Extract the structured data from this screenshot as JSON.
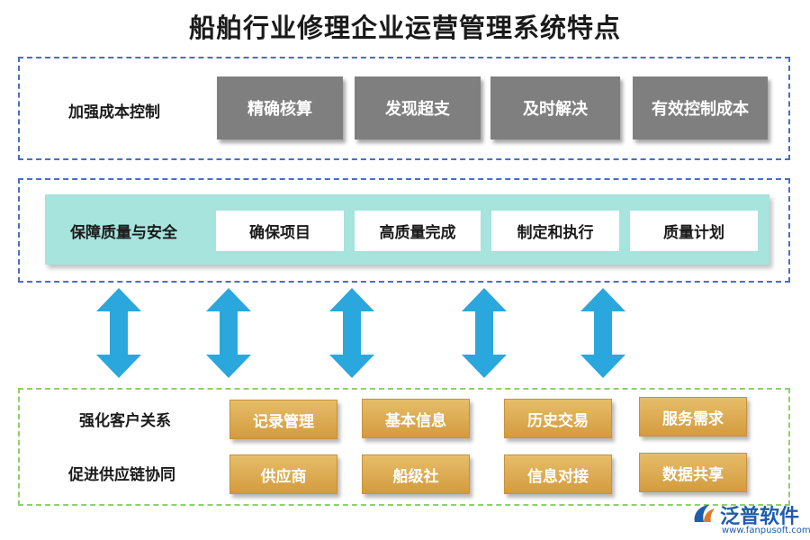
{
  "title": "船舶行业修理企业运营管理系统特点",
  "cost_control": {
    "label": "加强成本控制",
    "items": [
      "精确核算",
      "发现超支",
      "及时解决",
      "有效控制成本"
    ]
  },
  "quality_safety": {
    "label": "保障质量与安全",
    "items": [
      "确保项目",
      "高质量完成",
      "制定和执行",
      "质量计划"
    ]
  },
  "customer": {
    "label": "强化客户关系",
    "items": [
      "记录管理",
      "基本信息",
      "历史交易",
      "服务需求"
    ]
  },
  "supply_chain": {
    "label": "促进供应链协同",
    "items": [
      "供应商",
      "船级社",
      "信息对接",
      "数据共享"
    ]
  },
  "colors": {
    "gray_box": "#7f7f7f",
    "teal_bar": "#a6e4dd",
    "gold_box": "#dcaa52",
    "arrow": "#2aa7dc",
    "blue_border": "#4a6fc0",
    "green_border": "#8fd06a"
  },
  "logo": {
    "name": "泛普软件",
    "url": "www.fanpusoft.com",
    "icon": "fanpu-logo-icon"
  }
}
